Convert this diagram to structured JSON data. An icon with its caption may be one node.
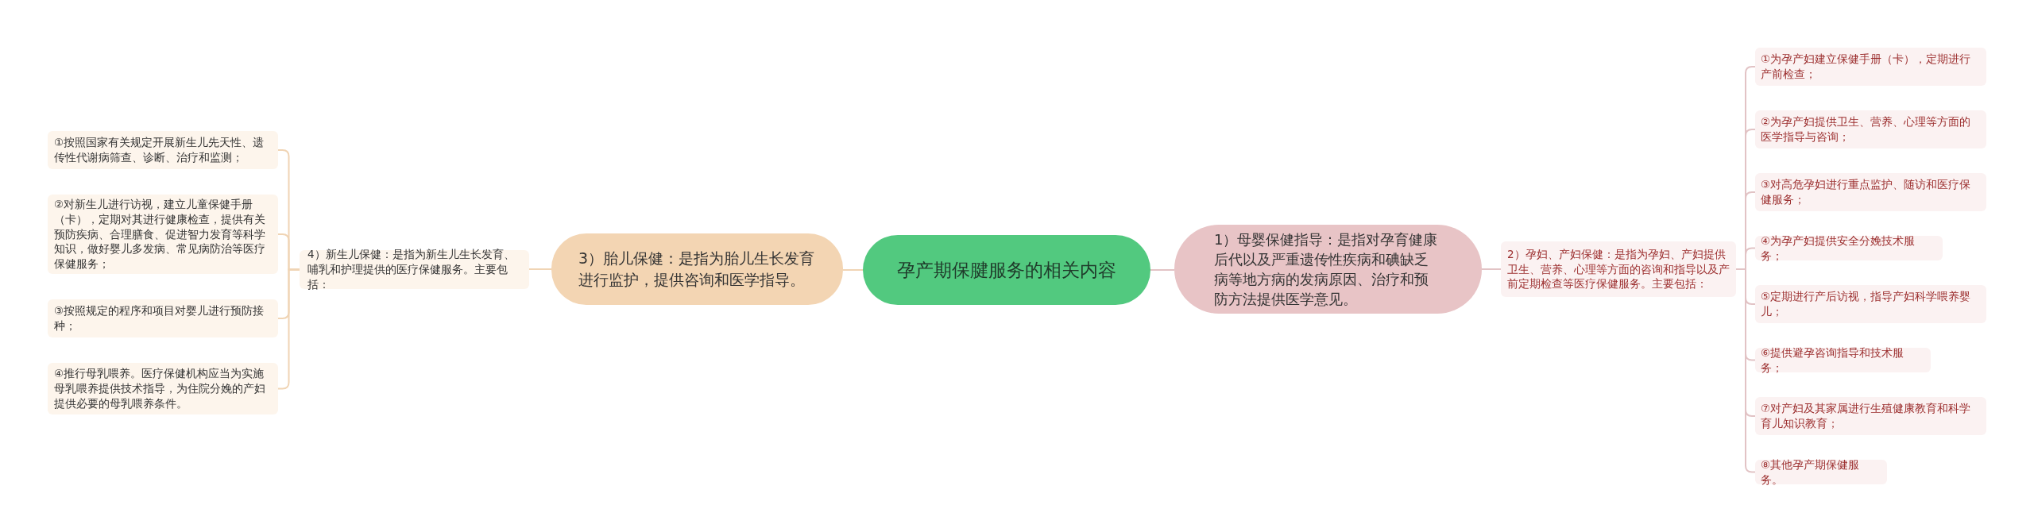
{
  "diagram": {
    "nodes": [
      {
        "text": [
          "孕产期保腱服务的相关内容"
        ]
      },
      {
        "text": [
          "1）母婴保健指导：是指对孕育健康后代以及严重遗传性疾病和碘缺乏病等地方病的发病原因、治疗和预防方法提供医学意见。"
        ]
      },
      {
        "text": [
          "2）孕妇、产妇保健：是指为孕妇、产妇提供卫生、营养、心理等方面的咨询和指导以及产前定期检查等医疗保健服务。主要包括："
        ]
      },
      {
        "text": [
          "①为孕产妇建立保健手册（卡），定期进行产前检查；"
        ]
      },
      {
        "text": [
          "②为孕产妇提供卫生、营养、心理等方面的医学指导与咨询；"
        ]
      },
      {
        "text": [
          "③对高危孕妇进行重点监护、随访和医疗保健服务；"
        ]
      },
      {
        "text": [
          "④为孕产妇提供安全分娩技术服务；"
        ]
      },
      {
        "text": [
          "⑤定期进行产后访视，指导产妇科学喂养婴儿；"
        ]
      },
      {
        "text": [
          "⑥提供避孕咨询指导和技术服务；"
        ]
      },
      {
        "text": [
          "⑦对产妇及其家属进行生殖健康教育和科学育儿知识教育；"
        ]
      },
      {
        "text": [
          "⑧其他孕产期保健服务。"
        ]
      },
      {
        "text": [
          "3）胎儿保健：是指为胎儿生长发育进行监护，提供咨询和医学指导。"
        ]
      },
      {
        "text": [
          "4）新生儿保健：是指为新生儿生长发育、哺乳和护理提供的医疗保健服务。主要包括："
        ]
      },
      {
        "text": [
          "①按照国家有关规定开展新生儿先天性、遗传性代谢病筛查、诊断、治疗和监测；"
        ]
      },
      {
        "text": [
          "②对新生儿进行访视，建立儿童保健手册（卡），定期对其进行健康检查，提供有关预防疾病、合理膳食、促进智力发育等科学知识，做好婴儿多发病、常见病防治等医疗保健服务；"
        ]
      },
      {
        "text": [
          "③按照规定的程序和项目对婴儿进行预防接种；"
        ]
      },
      {
        "text": [
          "④推行母乳喂养。医疗保健机构应当为实施母乳喂养提供技术指导，为住院分娩的产妇提供必要的母乳喂养条件。"
        ]
      }
    ],
    "edges": [
      {
        "from": 0,
        "to": 1,
        "arrow": "none"
      },
      {
        "from": 1,
        "to": 2,
        "arrow": "none"
      },
      {
        "from": 2,
        "to": 3,
        "arrow": "none"
      },
      {
        "from": 2,
        "to": 4,
        "arrow": "none"
      },
      {
        "from": 2,
        "to": 5,
        "arrow": "none"
      },
      {
        "from": 2,
        "to": 6,
        "arrow": "none"
      },
      {
        "from": 2,
        "to": 7,
        "arrow": "none"
      },
      {
        "from": 2,
        "to": 8,
        "arrow": "none"
      },
      {
        "from": 2,
        "to": 9,
        "arrow": "none"
      },
      {
        "from": 2,
        "to": 10,
        "arrow": "none"
      },
      {
        "from": 0,
        "to": 11,
        "arrow": "none",
        "color": "#f0d4b4"
      },
      {
        "from": 11,
        "to": 12,
        "arrow": "none",
        "color": "#f0d4b4"
      },
      {
        "from": 12,
        "to": 13,
        "arrow": "none",
        "color": "#f0d4b4"
      },
      {
        "from": 12,
        "to": 14,
        "arrow": "none",
        "color": "#f0d4b4"
      },
      {
        "from": 12,
        "to": 15,
        "arrow": "none",
        "color": "#f0d4b4"
      },
      {
        "from": 12,
        "to": 16,
        "arrow": "none",
        "color": "#f0d4b4"
      }
    ]
  }
}
